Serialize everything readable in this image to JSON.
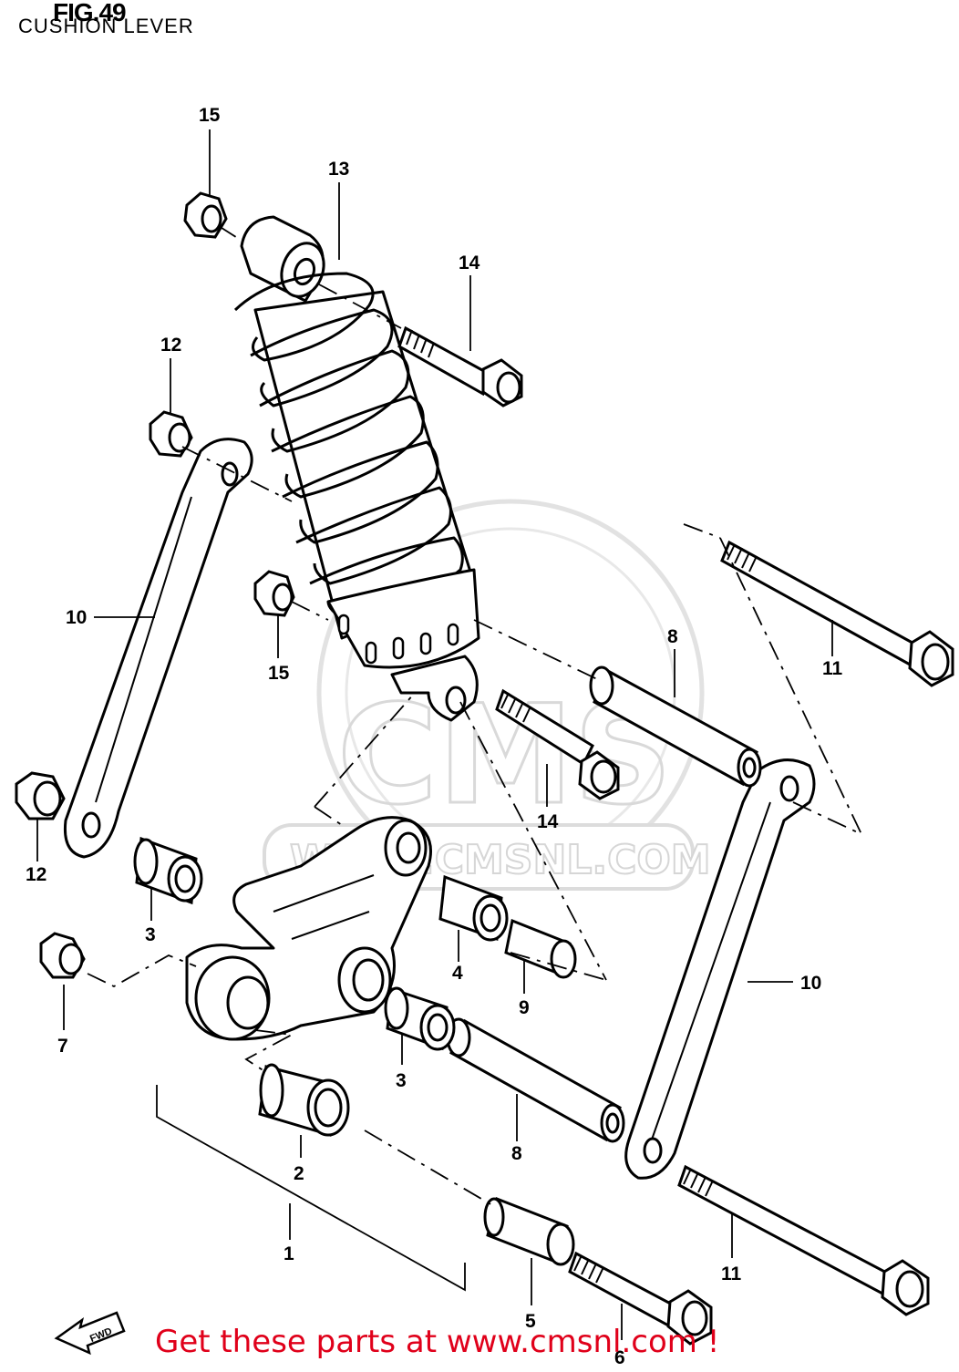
{
  "figure": {
    "title": "FIG.49",
    "subtitle": "CUSHION LEVER"
  },
  "watermark": {
    "logo_text": "CMS",
    "url_text": "WWW.CMSNL.COM"
  },
  "direction_marker": {
    "label": "FWD"
  },
  "promo": {
    "text": "Get these parts at www.cmsnl.com !"
  },
  "callouts": [
    {
      "key": "c15a",
      "label": "15"
    },
    {
      "key": "c13",
      "label": "13"
    },
    {
      "key": "c14a",
      "label": "14"
    },
    {
      "key": "c12a",
      "label": "12"
    },
    {
      "key": "c10a",
      "label": "10"
    },
    {
      "key": "c15b",
      "label": "15"
    },
    {
      "key": "c8a",
      "label": "8"
    },
    {
      "key": "c11a",
      "label": "11"
    },
    {
      "key": "c14b",
      "label": "14"
    },
    {
      "key": "c12b",
      "label": "12"
    },
    {
      "key": "c3a",
      "label": "3"
    },
    {
      "key": "c4",
      "label": "4"
    },
    {
      "key": "c9",
      "label": "9"
    },
    {
      "key": "c10b",
      "label": "10"
    },
    {
      "key": "c7",
      "label": "7"
    },
    {
      "key": "c3b",
      "label": "3"
    },
    {
      "key": "c2",
      "label": "2"
    },
    {
      "key": "c8b",
      "label": "8"
    },
    {
      "key": "c1",
      "label": "1"
    },
    {
      "key": "c11b",
      "label": "11"
    },
    {
      "key": "c5",
      "label": "5"
    },
    {
      "key": "c6",
      "label": "6"
    }
  ]
}
